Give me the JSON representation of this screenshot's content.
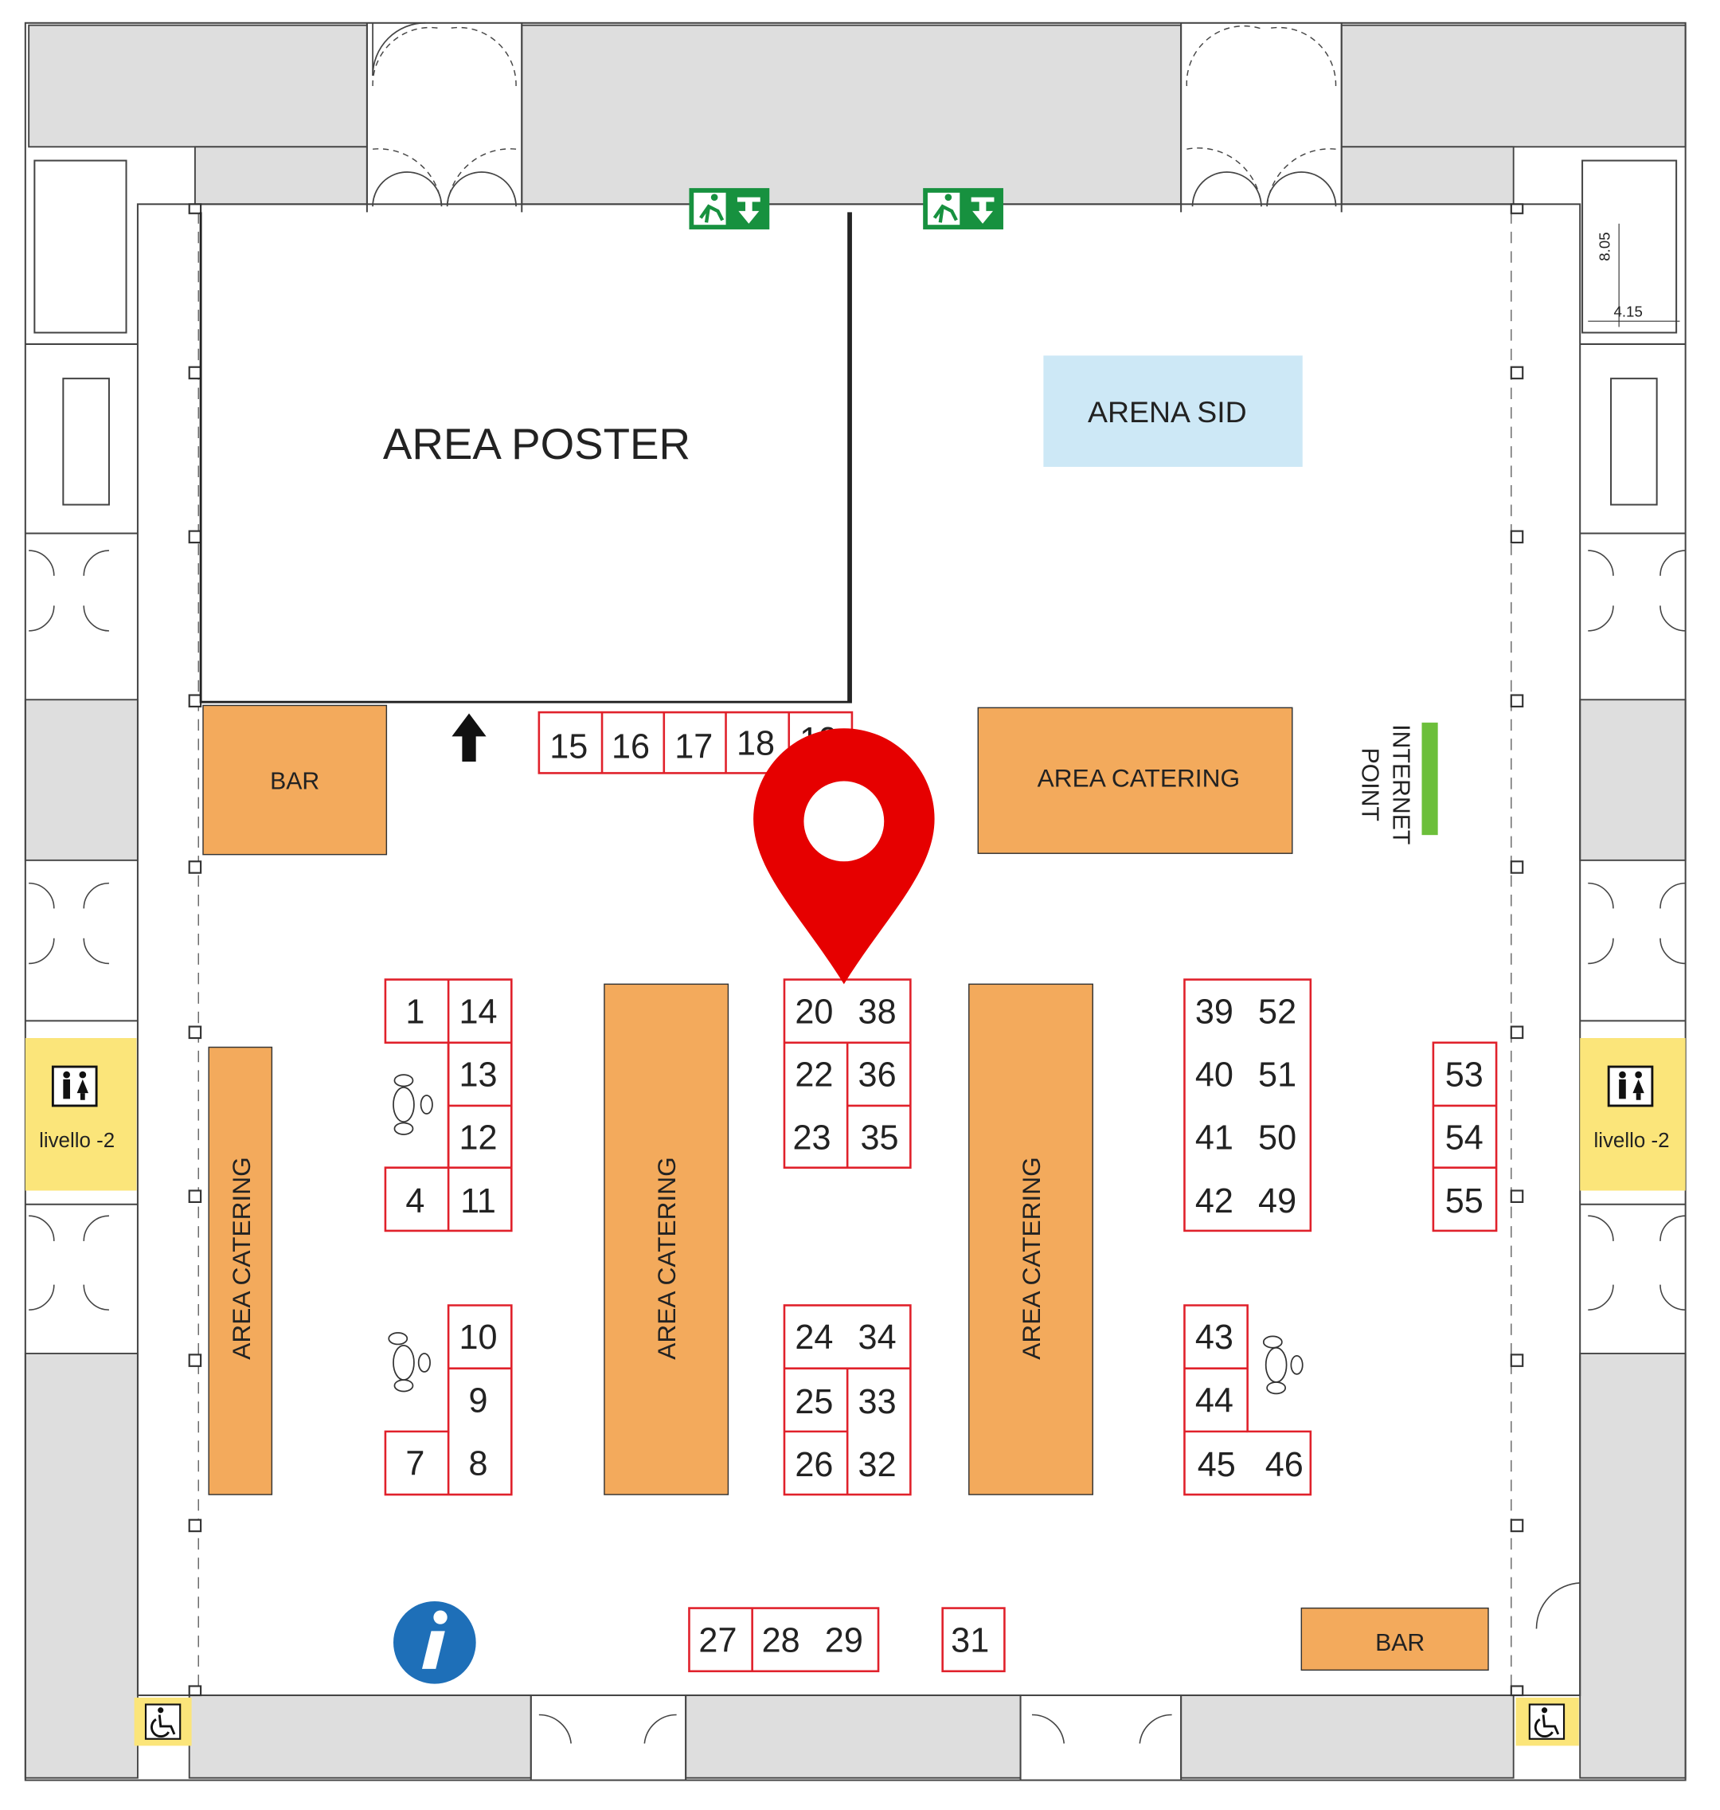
{
  "areas": {
    "poster": "AREA POSTER",
    "arena": "ARENA SID",
    "catering_top": "AREA CATERING",
    "catering_left": "AREA CATERING",
    "catering_mid_left": "AREA CATERING",
    "catering_mid_right": "AREA CATERING",
    "bar_top_left": "BAR",
    "bar_bottom_right": "BAR",
    "internet_point_line1": "INTERNET",
    "internet_point_line2": "POINT"
  },
  "toilets": {
    "left_level": "livello -2",
    "right_level": "livello -2"
  },
  "dimensions": {
    "vertical": "8.05",
    "horizontal": "4.15"
  },
  "booths": {
    "b1": "1",
    "b4": "4",
    "b7": "7",
    "b8": "8",
    "b9": "9",
    "b10": "10",
    "b11": "11",
    "b12": "12",
    "b13": "13",
    "b14": "14",
    "b15": "15",
    "b16": "16",
    "b17": "17",
    "b18": "18",
    "b19": "19",
    "b20": "20",
    "b22": "22",
    "b23": "23",
    "b24": "24",
    "b25": "25",
    "b26": "26",
    "b27": "27",
    "b28": "28",
    "b29": "29",
    "b31": "31",
    "b32": "32",
    "b33": "33",
    "b34": "34",
    "b35": "35",
    "b36": "36",
    "b38": "38",
    "b39": "39",
    "b40": "40",
    "b41": "41",
    "b42": "42",
    "b43": "43",
    "b44": "44",
    "b45": "45",
    "b46": "46",
    "b49": "49",
    "b50": "50",
    "b51": "51",
    "b52": "52",
    "b53": "53",
    "b54": "54",
    "b55": "55"
  },
  "colors": {
    "catering": "#f3aa5c",
    "arena": "#cde8f6",
    "booth_border": "#e0212b",
    "pin": "#e60000",
    "toilet": "#fbe57a",
    "exit_sign": "#17913f",
    "info": "#1e6fb8",
    "wall": "#dedede",
    "internet_bar": "#6cbf3a"
  },
  "icons": {
    "location_pin": "map-pin-icon",
    "info": "info-icon",
    "accessibility": "wheelchair-icon",
    "toilet": "restroom-icon",
    "emergency_exit": "exit-icon",
    "direction": "arrow-up-icon"
  }
}
